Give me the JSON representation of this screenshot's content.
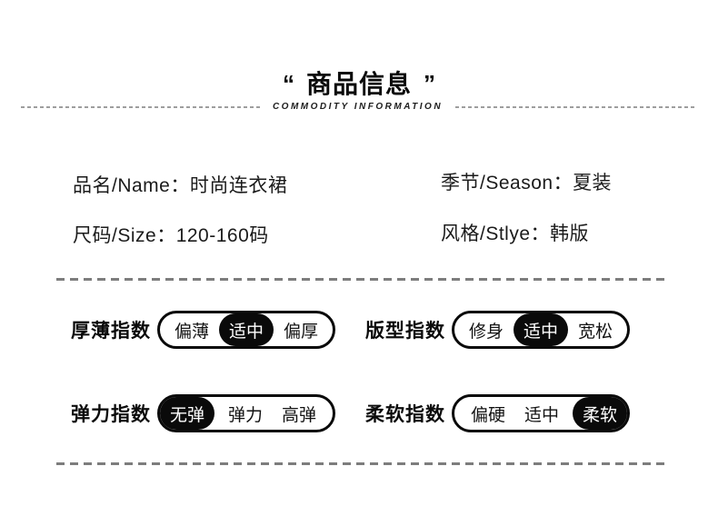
{
  "page": {
    "background": "#ffffff",
    "ink": "#0a0a0a",
    "dash_gray": "#7d7d7d"
  },
  "header": {
    "open_quote": "“",
    "close_quote": "”",
    "title": "商品信息",
    "subtitle": "COMMODITY INFORMATION"
  },
  "info": {
    "separator": "：",
    "items": [
      {
        "label": "品名/Name",
        "value": "时尚连衣裙"
      },
      {
        "label": "季节/Season",
        "value": "夏装"
      },
      {
        "label": "尺码/Size",
        "value": "120-160码"
      },
      {
        "label": "风格/Stlye",
        "value": "韩版"
      }
    ]
  },
  "indexes": [
    {
      "label": "厚薄指数",
      "options": [
        {
          "text": "偏薄",
          "selected": false
        },
        {
          "text": "适中",
          "selected": true
        },
        {
          "text": "偏厚",
          "selected": false
        }
      ]
    },
    {
      "label": "版型指数",
      "options": [
        {
          "text": "修身",
          "selected": false
        },
        {
          "text": "适中",
          "selected": true
        },
        {
          "text": "宽松",
          "selected": false
        }
      ]
    },
    {
      "label": "弹力指数",
      "options": [
        {
          "text": "无弹",
          "selected": true
        },
        {
          "text": "弹力",
          "selected": false
        },
        {
          "text": "高弹",
          "selected": false
        }
      ]
    },
    {
      "label": "柔软指数",
      "options": [
        {
          "text": "偏硬",
          "selected": false
        },
        {
          "text": "适中",
          "selected": false
        },
        {
          "text": "柔软",
          "selected": true
        }
      ]
    }
  ]
}
